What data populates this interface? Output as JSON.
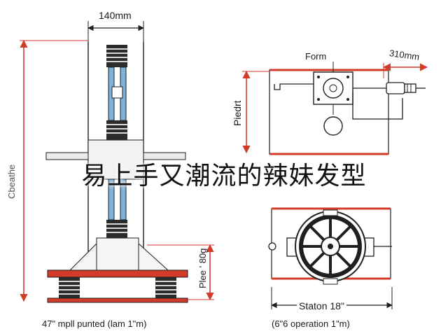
{
  "labels": {
    "width_top": "140mm",
    "overall_height": "Cbeathe",
    "form": "Form",
    "length_right": "310mm",
    "pivot_height": "Piedrt",
    "base_height": "Plee ' 80g",
    "caption_left": "47\" mpll punted (lam 1\"m)",
    "station": "Staton 18\"",
    "caption_right": "(6\"6 operation 1\"m)"
  },
  "overlay_text": "易上手又潮流的辣妹发型",
  "colors": {
    "line": "#1f1f1f",
    "dimension": "#d23a2a",
    "coil_dark": "#2b2b2b",
    "coil_light": "#d9d9d9",
    "tube_blue": "#7fb2d6"
  }
}
